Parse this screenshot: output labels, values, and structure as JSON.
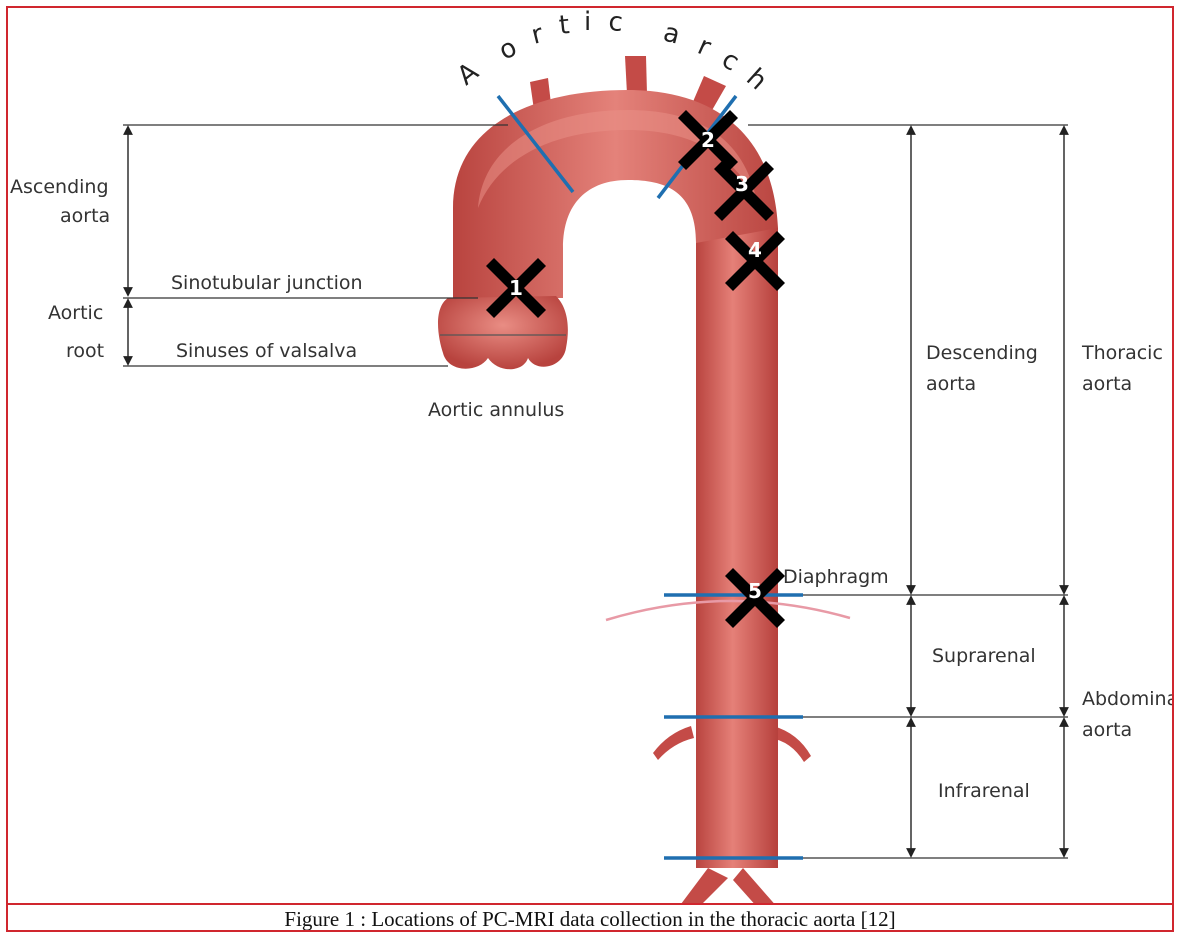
{
  "labels": {
    "aortic_arch": "Aortic arch",
    "ascending_line1": "Ascending",
    "ascending_line2": "aorta",
    "sinotubular": "Sinotubular junction",
    "aortic_root_line1": "Aortic",
    "aortic_root_line2": "root",
    "sinuses": "Sinuses of valsalva",
    "annulus": "Aortic annulus",
    "descending_line1": "Descending",
    "descending_line2": "aorta",
    "thoracic_line1": "Thoracic",
    "thoracic_line2": "aorta",
    "diaphragm": "Diaphragm",
    "suprarenal": "Suprarenal",
    "abdominal_line1": "Abdomina",
    "abdominal_line2": "aorta",
    "infrarenal": "Infrarenal"
  },
  "markers": [
    "1",
    "2",
    "3",
    "4",
    "5"
  ],
  "caption": "Figure 1 : Locations of PC-MRI data collection in the thoracic aorta [12]",
  "colors": {
    "aorta": "#c8504f",
    "aorta_highlight": "#e7807a",
    "boundary": "#1f6fb0",
    "diaphragm": "#e89aa6",
    "marker": "#000000",
    "border": "#d0262e"
  }
}
